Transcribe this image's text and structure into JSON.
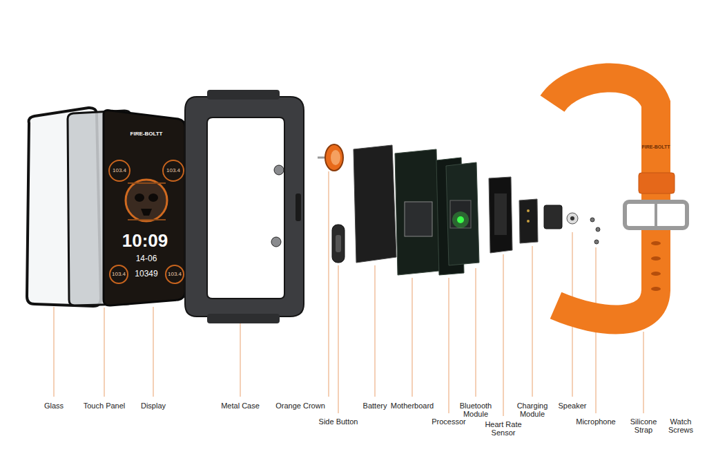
{
  "diagram": {
    "labels": [
      "Glass",
      "Touch Panel",
      "Display",
      "Metal Case",
      "Orange Crown",
      "Side Button",
      "Battery",
      "Motherboard",
      "Processor",
      "Bluetooth Module",
      "Heart Rate Sensor",
      "Charging Module",
      "Speaker",
      "Microphone",
      "Silicone Strap",
      "Watch Screws",
      "FIRE-BOLTT",
      "103.4",
      "103.4",
      "103.4",
      "103.4",
      "10:09",
      "14-06",
      "10349",
      "FIRE-BOLTT"
    ]
  }
}
